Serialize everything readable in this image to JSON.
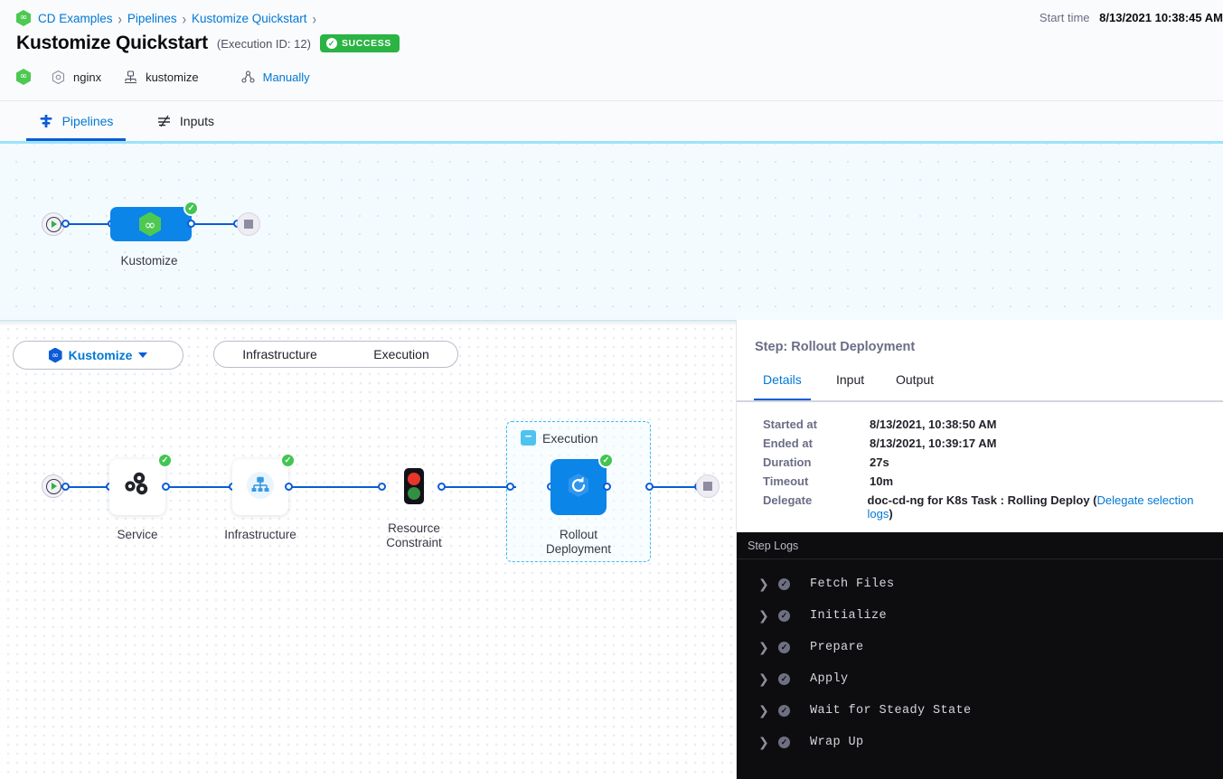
{
  "header": {
    "breadcrumb": [
      {
        "label": "CD Examples",
        "icon": "harness-logo-icon"
      },
      {
        "label": "Pipelines"
      },
      {
        "label": "Kustomize Quickstart"
      }
    ],
    "title": "Kustomize Quickstart",
    "execution_id_label": "(Execution ID: 12)",
    "status_badge": "SUCCESS",
    "status_color": "#2bb344",
    "meta": [
      {
        "icon": "harness-logo-icon",
        "label": ""
      },
      {
        "icon": "service-hex-icon",
        "label": "nginx"
      },
      {
        "icon": "infrastructure-icon",
        "label": "kustomize"
      },
      {
        "icon": "trigger-manual-icon",
        "label": "Manually",
        "link": true
      }
    ],
    "start_time_label": "Start time",
    "start_time_value": "8/13/2021 10:38:45 AM"
  },
  "tabs": [
    {
      "label": "Pipelines",
      "icon": "pipeline-icon",
      "active": true
    },
    {
      "label": "Inputs",
      "icon": "inputs-icon",
      "active": false
    }
  ],
  "top_graph": {
    "stage": {
      "label": "Kustomize",
      "status": "success",
      "icon": "harness-logo-icon"
    },
    "start_icon": "play-icon",
    "end_icon": "stop-icon"
  },
  "stage_selector": {
    "stage_label": "Kustomize",
    "caret_icon": "chevron-down-icon",
    "sections": [
      "Infrastructure",
      "Execution"
    ]
  },
  "stage_graph": {
    "start_icon": "play-icon",
    "end_icon": "stop-icon",
    "nodes": [
      {
        "label": "Service",
        "icon": "service-gears-icon",
        "status": "success"
      },
      {
        "label": "Infrastructure",
        "icon": "infrastructure-tree-icon",
        "status": "success"
      },
      {
        "label": "Resource\nConstraint",
        "icon": "traffic-light-icon",
        "status": "none"
      },
      {
        "label": "Rollout\nDeployment",
        "icon": "rollout-refresh-icon",
        "status": "success"
      }
    ],
    "group": {
      "title": "Execution",
      "toggle": "−"
    }
  },
  "right_panel": {
    "title": "Step: Rollout Deployment",
    "tabs": [
      {
        "label": "Details",
        "active": true
      },
      {
        "label": "Input",
        "active": false
      },
      {
        "label": "Output",
        "active": false
      }
    ],
    "details": [
      {
        "key": "Started at",
        "value": "8/13/2021, 10:38:50 AM"
      },
      {
        "key": "Ended at",
        "value": "8/13/2021, 10:39:17 AM"
      },
      {
        "key": "Duration",
        "value": "27s"
      },
      {
        "key": "Timeout",
        "value": "10m"
      },
      {
        "key": "Delegate",
        "value": "doc-cd-ng for K8s Task : Rolling Deploy (",
        "link": "Delegate selection logs",
        "value_after": ")"
      }
    ],
    "logs": {
      "title": "Step Logs",
      "rows": [
        {
          "name": "Fetch Files",
          "status": "success"
        },
        {
          "name": "Initialize",
          "status": "success"
        },
        {
          "name": "Prepare",
          "status": "success"
        },
        {
          "name": "Apply",
          "status": "success"
        },
        {
          "name": "Wait for Steady State",
          "status": "success"
        },
        {
          "name": "Wrap Up",
          "status": "success"
        }
      ]
    }
  }
}
